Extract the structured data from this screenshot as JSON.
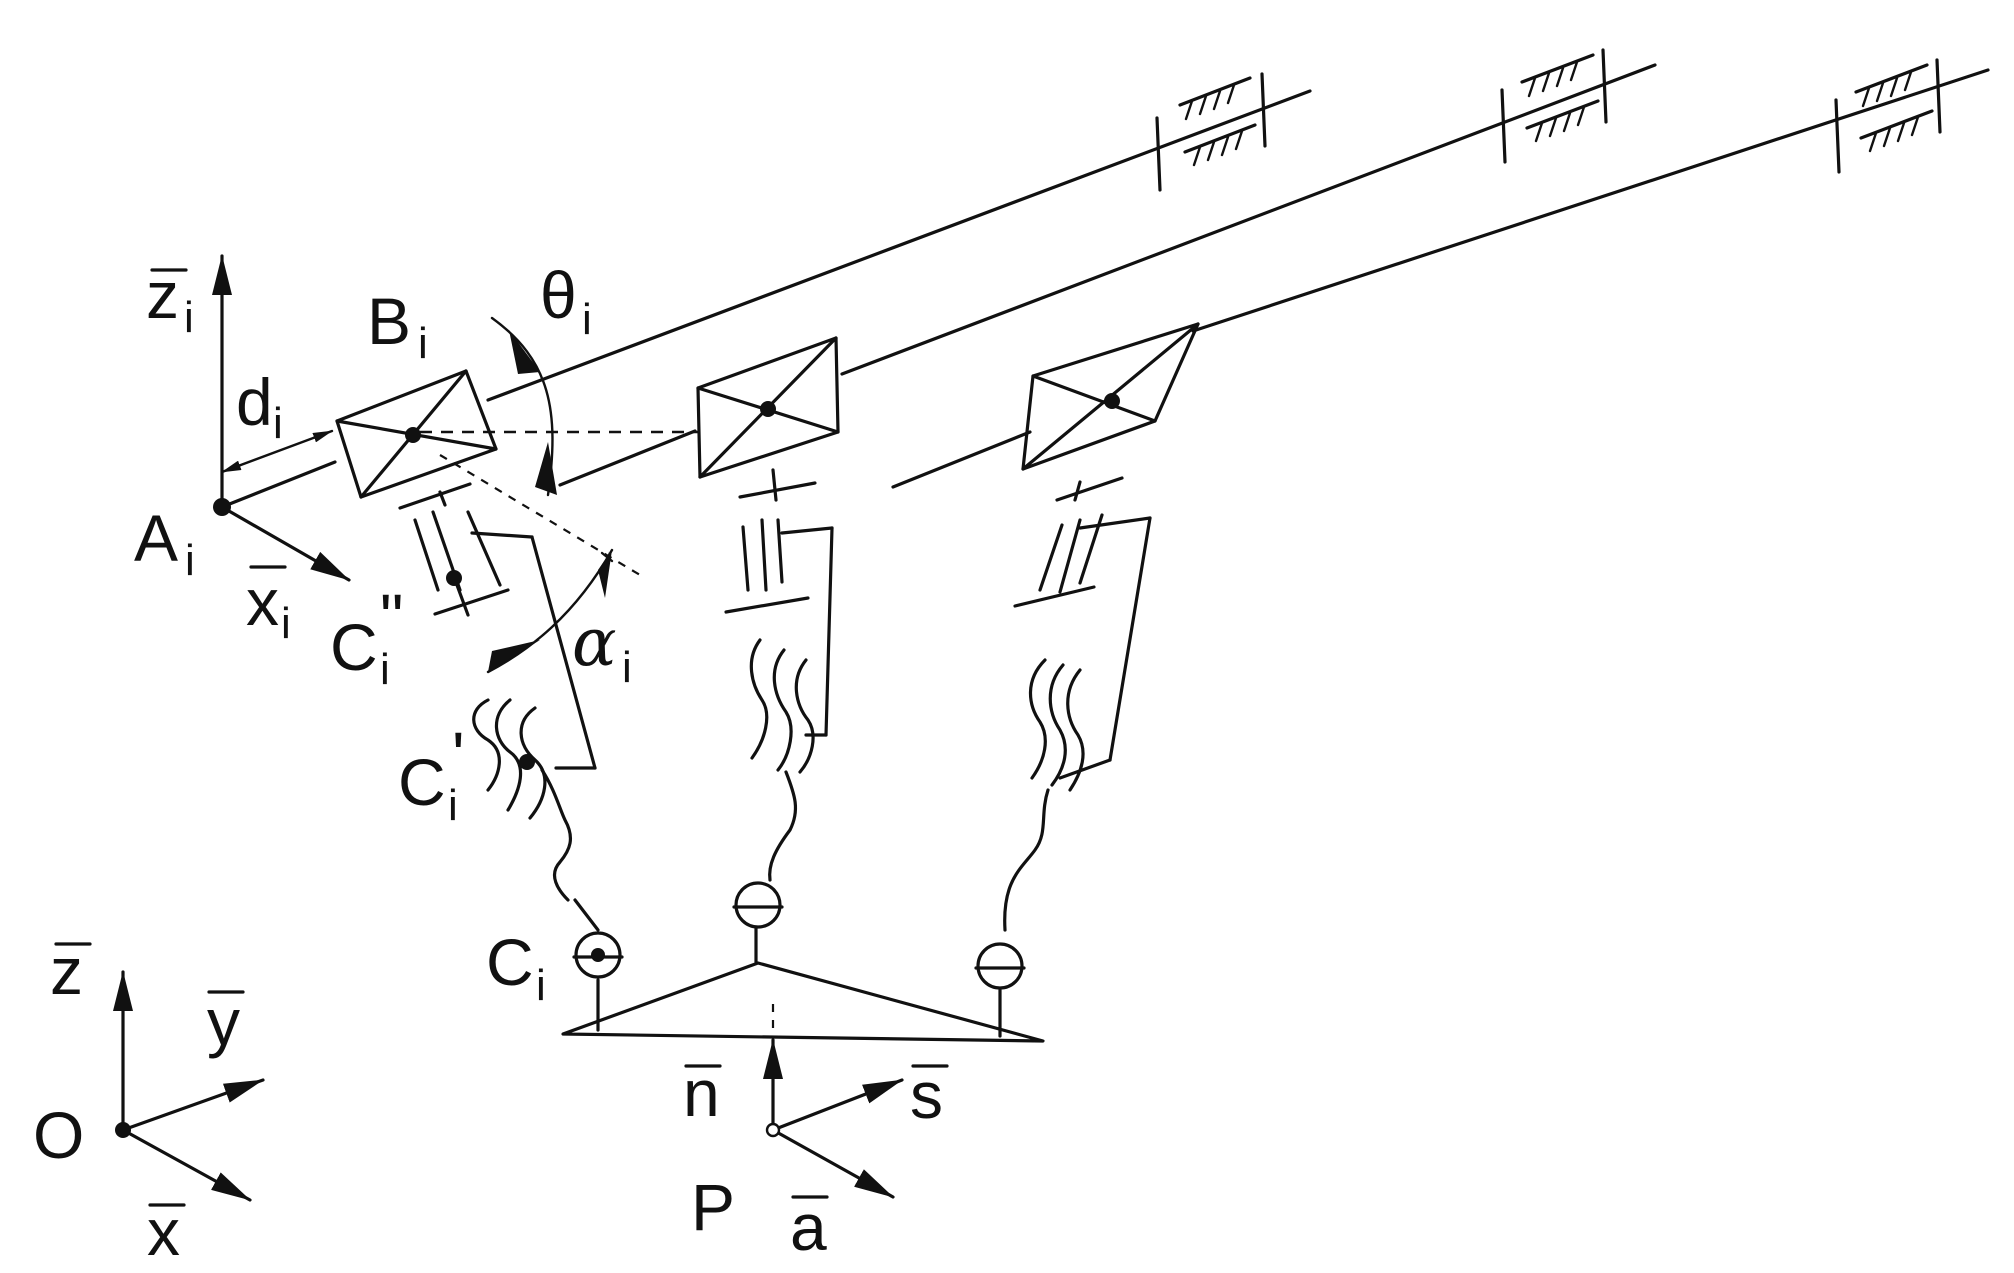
{
  "labels": {
    "z_i": "z",
    "z_i_sub": "i",
    "B_i": "B",
    "B_i_sub": "i",
    "theta_i": "θ",
    "theta_i_sub": "i",
    "d_i": "d",
    "d_i_sub": "i",
    "A_i": "A",
    "A_i_sub": "i",
    "x_i": "x",
    "x_i_sub": "i",
    "C_i_dd": "C",
    "C_i_dd_sub": "i",
    "C_i_dd_mark": "\"",
    "alpha_i": "α",
    "alpha_i_sub": "i",
    "C_i_d": "C",
    "C_i_d_sub": "i",
    "C_i_d_mark": "'",
    "C_i": "C",
    "C_i_sub": "i",
    "z": "z",
    "y": "y",
    "O": "O",
    "x": "x",
    "n": "n",
    "s": "s",
    "P": "P",
    "a": "a"
  }
}
